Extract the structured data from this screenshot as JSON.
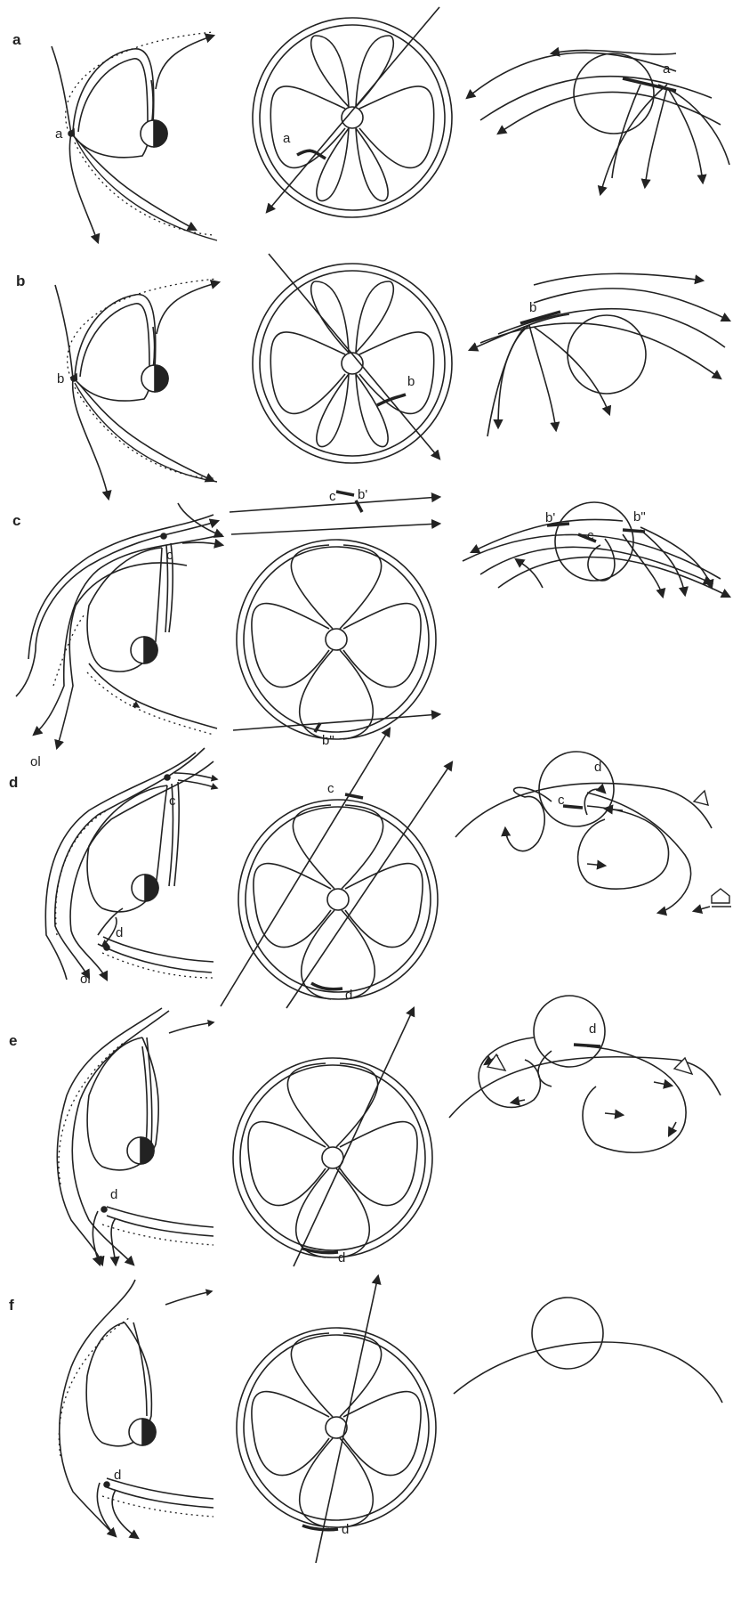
{
  "rows": [
    {
      "id": "a",
      "label": "a",
      "left_labels": [
        "a"
      ],
      "mid_labels": [
        "a"
      ],
      "right_labels": [
        "a"
      ]
    },
    {
      "id": "b",
      "label": "b",
      "left_labels": [
        "b"
      ],
      "mid_labels": [
        "b"
      ],
      "right_labels": [
        "b"
      ]
    },
    {
      "id": "c",
      "label": "c",
      "left_labels": [
        "c",
        "ol"
      ],
      "mid_labels": [
        "c",
        "b'",
        "b\""
      ],
      "right_labels": [
        "b'",
        "b\"",
        "c"
      ]
    },
    {
      "id": "d",
      "label": "d",
      "left_labels": [
        "c",
        "d",
        "ol"
      ],
      "mid_labels": [
        "c",
        "d"
      ],
      "right_labels": [
        "d",
        "c"
      ]
    },
    {
      "id": "e",
      "label": "e",
      "left_labels": [
        "d"
      ],
      "mid_labels": [
        "d"
      ],
      "right_labels": [
        "d"
      ]
    },
    {
      "id": "f",
      "label": "f",
      "left_labels": [
        "d"
      ],
      "mid_labels": [
        "d"
      ],
      "right_labels": []
    }
  ],
  "colors": {
    "ink": "#222222",
    "background": "#ffffff"
  }
}
